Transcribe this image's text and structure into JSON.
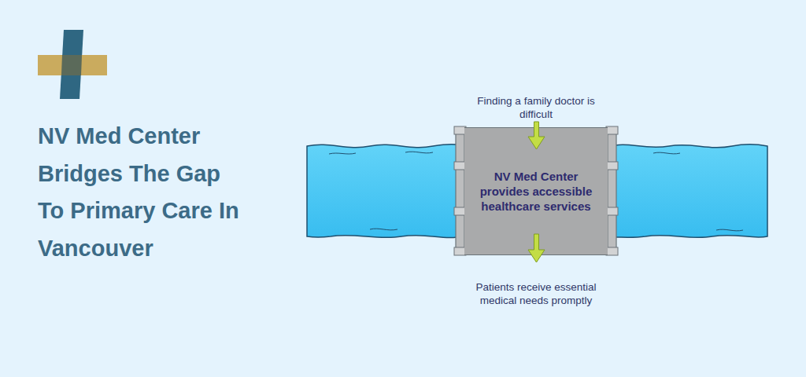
{
  "diagram": {
    "title": "NV Med Center Bridges The Gap To Primary Care In Vancouver",
    "nodes": [
      {
        "text": [
          "NV Med Center provides accessible healthcare services"
        ]
      }
    ],
    "labels": [
      "Finding a family doctor is difficult",
      "Patients receive essential medical needs promptly"
    ]
  }
}
